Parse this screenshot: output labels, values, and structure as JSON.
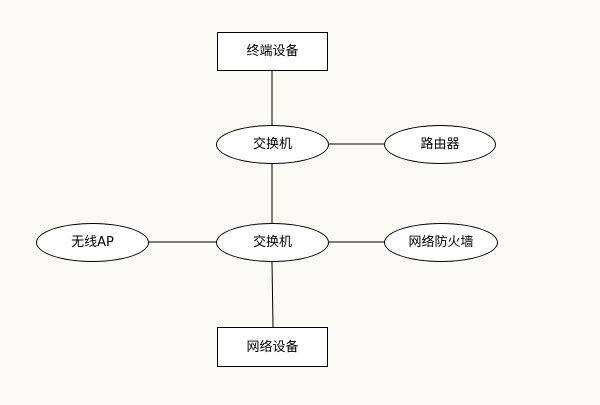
{
  "diagram": {
    "nodes": {
      "terminal": "终端设备",
      "switch_top": "交换机",
      "router": "路由器",
      "switch_bottom": "交换机",
      "wireless_ap": "无线AP",
      "firewall": "网络防火墙",
      "network_device": "网络设备"
    },
    "edges": [
      [
        "terminal",
        "switch_top"
      ],
      [
        "switch_top",
        "router"
      ],
      [
        "switch_top",
        "switch_bottom"
      ],
      [
        "wireless_ap",
        "switch_bottom"
      ],
      [
        "switch_bottom",
        "firewall"
      ],
      [
        "switch_bottom",
        "network_device"
      ]
    ]
  },
  "colors": {
    "background": "#fbf9f4",
    "stroke": "#000000",
    "node_fill": "#ffffff"
  }
}
